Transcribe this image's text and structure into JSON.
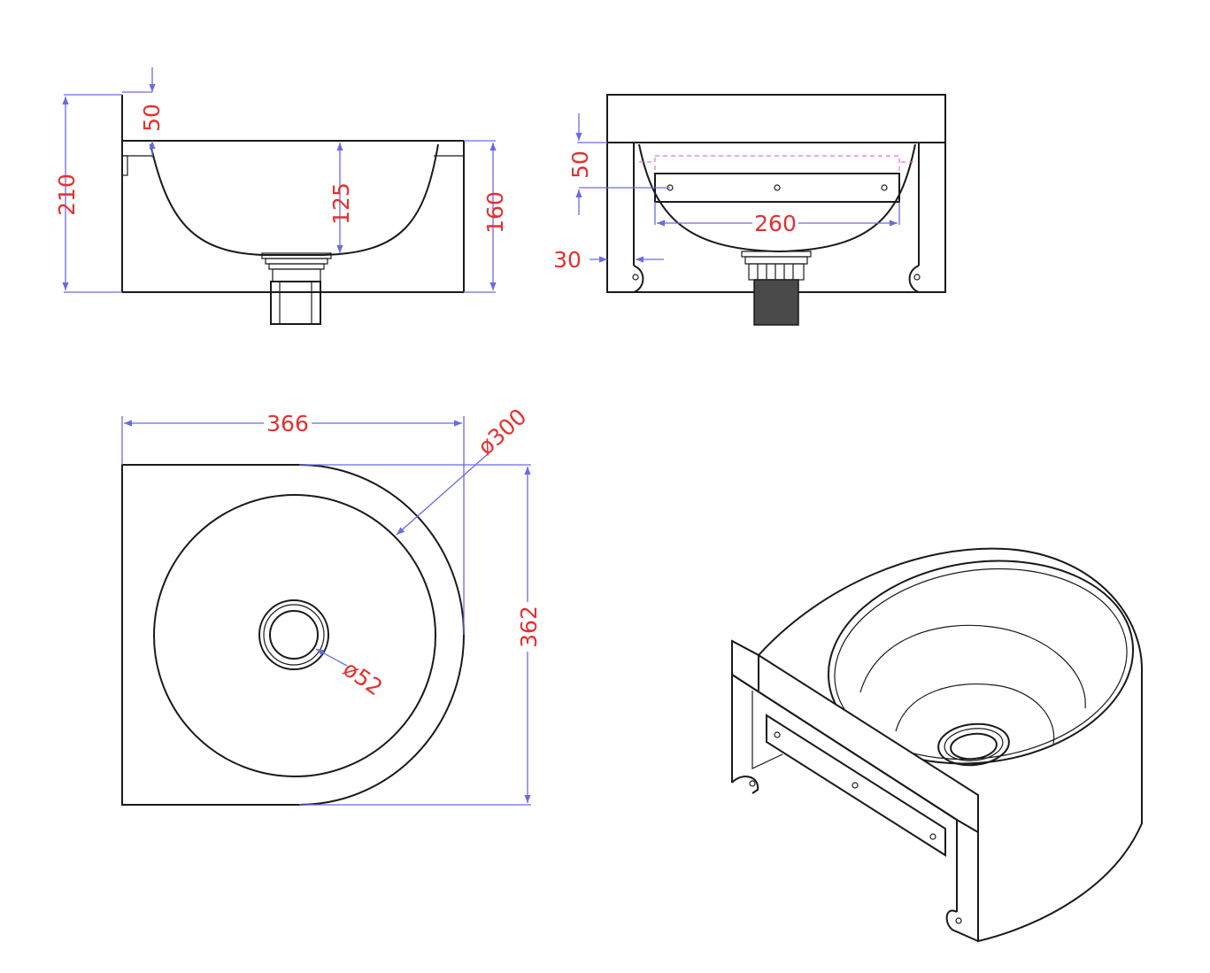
{
  "colors": {
    "outline": "#1a1a1a",
    "dimension_line": "#6a6ae6",
    "dimension_text": "#e53030",
    "hidden_line": "#e96ae9",
    "drain_dark": "#4a4a4a"
  },
  "side_view": {
    "dim_overall_height": "210",
    "dim_top_offset": "50",
    "dim_bowl_depth": "125",
    "dim_basin_height": "160"
  },
  "front_view": {
    "dim_top_offset": "50",
    "dim_bracket_offset": "30",
    "dim_bracket_length": "260"
  },
  "plan_view": {
    "dim_width": "366",
    "dim_depth": "362",
    "dim_bowl_diameter": "ø300",
    "dim_drain_diameter": "ø52"
  }
}
